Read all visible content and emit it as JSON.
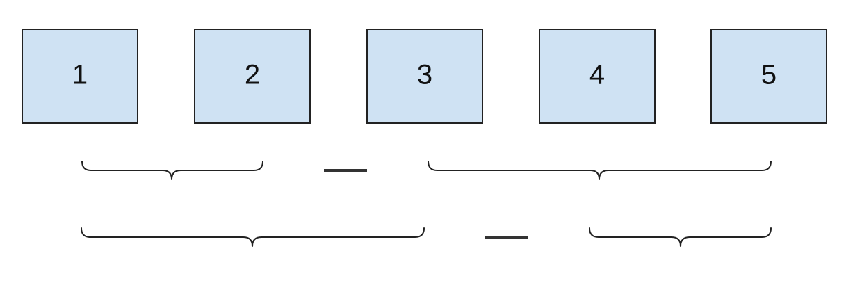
{
  "boxes": [
    {
      "label": "1"
    },
    {
      "label": "2"
    },
    {
      "label": "3"
    },
    {
      "label": "4"
    },
    {
      "label": "5"
    }
  ],
  "groupings": [
    {
      "left_span": [
        1,
        2
      ],
      "right_span": [
        3,
        5
      ]
    },
    {
      "left_span": [
        1,
        3
      ],
      "right_span": [
        4,
        5
      ]
    }
  ],
  "colors": {
    "box_fill": "#cfe2f3",
    "box_stroke": "#222222",
    "brace_stroke": "#222222",
    "dash": "#333333"
  }
}
